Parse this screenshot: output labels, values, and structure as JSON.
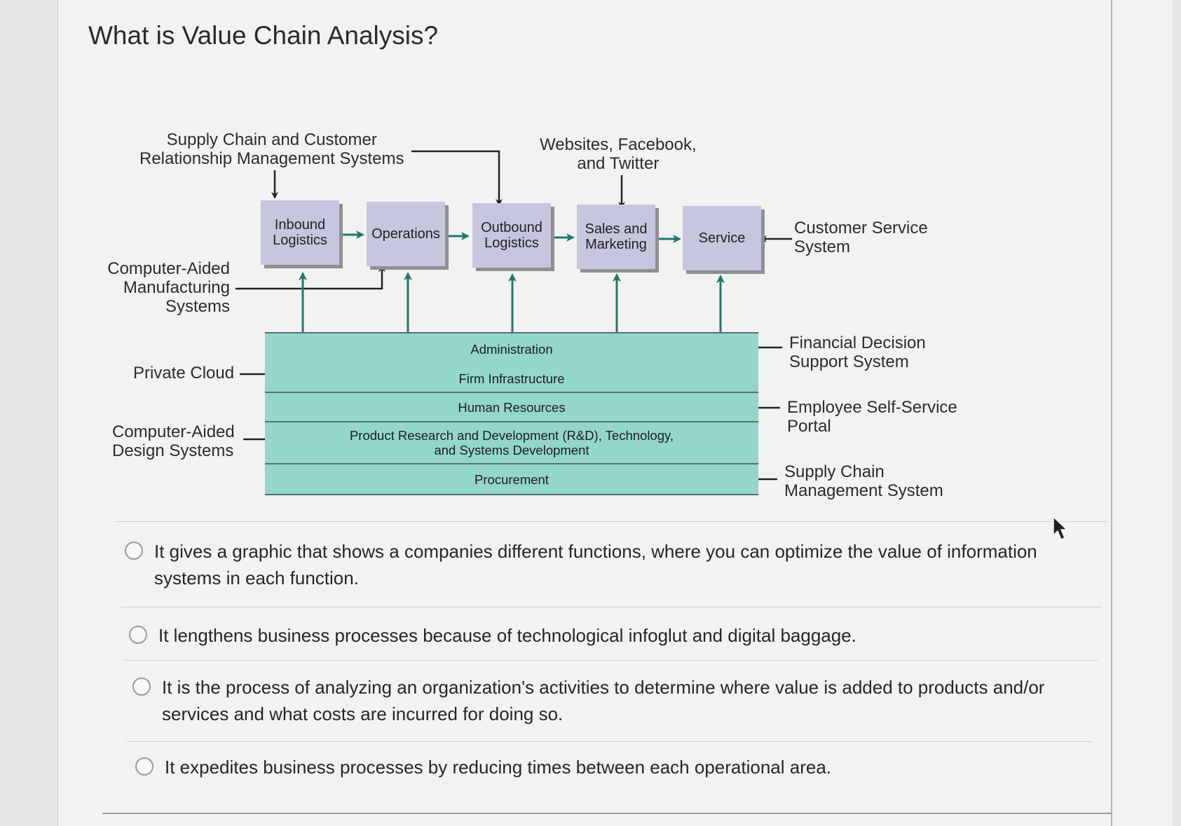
{
  "question": {
    "title": "What is Value Chain Analysis?"
  },
  "diagram": {
    "primary_activities": [
      "Inbound\nLogistics",
      "Operations",
      "Outbound\nLogistics",
      "Sales and\nMarketing",
      "Service"
    ],
    "support_activities": [
      "Administration",
      "Firm Infrastructure",
      "Human Resources",
      "Product Research and Development (R&D), Technology,\nand Systems Development",
      "Procurement"
    ],
    "labels": {
      "scm_crm": "Supply Chain and Customer\nRelationship Management Systems",
      "web_social": "Websites, Facebook,\nand Twitter",
      "cam": "Computer-Aided\nManufacturing\nSystems",
      "customer_service": "Customer Service\nSystem",
      "financial_dss": "Financial Decision\nSupport System",
      "private_cloud": "Private Cloud",
      "employee_portal": "Employee Self-Service\nPortal",
      "cad": "Computer-Aided\nDesign Systems",
      "scm_system": "Supply Chain\nManagement System"
    },
    "colors": {
      "primary_box": "#c6c6df",
      "support_band": "#93d6ca",
      "arrow_green": "#1f7a6a",
      "arrow_dark": "#222222"
    }
  },
  "options": [
    {
      "text": "It gives a graphic that shows a companies different functions, where you can optimize the value of information systems in each function."
    },
    {
      "text": "It lengthens business processes because of technological infoglut and digital baggage."
    },
    {
      "text": "It is the process of analyzing an organization's activities to determine where value is added to products and/or services and what costs are incurred for doing so."
    },
    {
      "text": "It expedites business processes by reducing times between each operational area."
    }
  ]
}
